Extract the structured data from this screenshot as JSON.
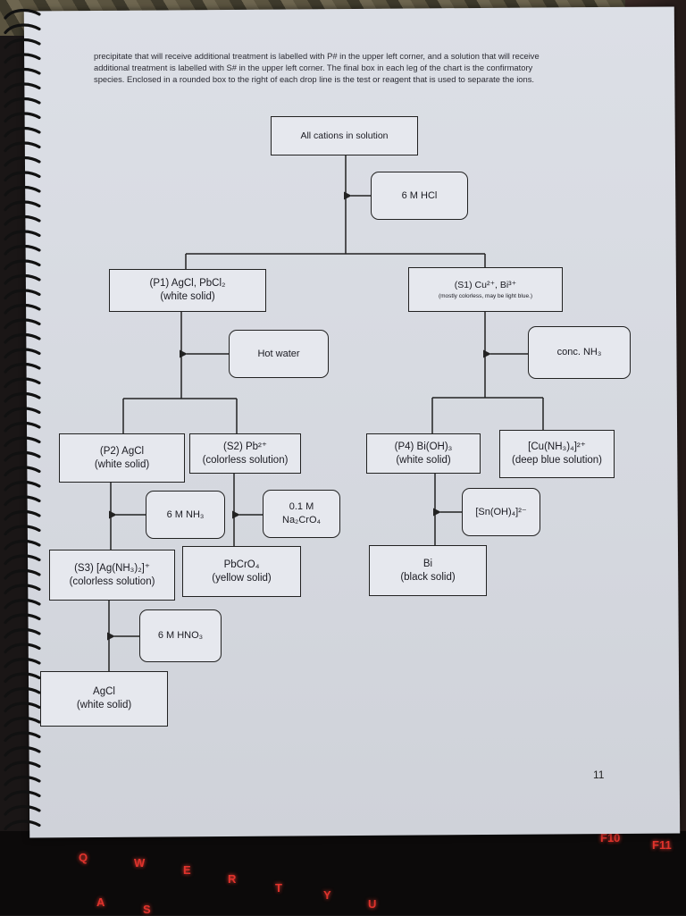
{
  "intro_text": "precipitate that will receive additional treatment is labelled with P# in the upper left corner, and a solution that will receive additional treatment is labelled with S# in the upper left corner. The final box in each leg of the chart is the confirmatory species. Enclosed in a rounded box to the right of each drop line is the test or reagent that is used to separate the ions.",
  "nodes": {
    "root": "All cations in solution",
    "r_hcl": "6 M HCl",
    "p1_line1": "(P1) AgCl, PbCl₂",
    "p1_line2": "(white solid)",
    "s1_line1": "(S1) Cu²⁺, Bi³⁺",
    "s1_line2": "(mostly colorless, may be light blue.)",
    "r_hotwater": "Hot water",
    "r_nh3conc": "conc. NH₃",
    "p2_line1": "(P2) AgCl",
    "p2_line2": "(white solid)",
    "s2_line1": "(S2) Pb²⁺",
    "s2_line2": "(colorless solution)",
    "p4_line1": "(P4) Bi(OH)₃",
    "p4_line2": "(white solid)",
    "cu_line1": "[Cu(NH₃)₄]²⁺",
    "cu_line2": "(deep blue solution)",
    "r_nh3": "6 M NH₃",
    "r_na2cro4_line1": "0.1 M",
    "r_na2cro4_line2": "Na₂CrO₄",
    "r_snoh4": "[Sn(OH)₄]²⁻",
    "s3_line1": "(S3) [Ag(NH₃)₂]⁺",
    "s3_line2": "(colorless solution)",
    "pbcro4_line1": "PbCrO₄",
    "pbcro4_line2": "(yellow solid)",
    "bi_line1": "Bi",
    "bi_line2": "(black solid)",
    "r_hno3": "6 M HNO₃",
    "agcl_line1": "AgCl",
    "agcl_line2": "(white solid)"
  },
  "page_number": "11",
  "keyboard_keys": [
    "Q",
    "W",
    "E",
    "R",
    "T",
    "Y",
    "U",
    "A",
    "S",
    "F10",
    "F11"
  ],
  "colors": {
    "page": "#d8dbe2",
    "ink": "#222222",
    "key_glow": "#e0332c"
  }
}
